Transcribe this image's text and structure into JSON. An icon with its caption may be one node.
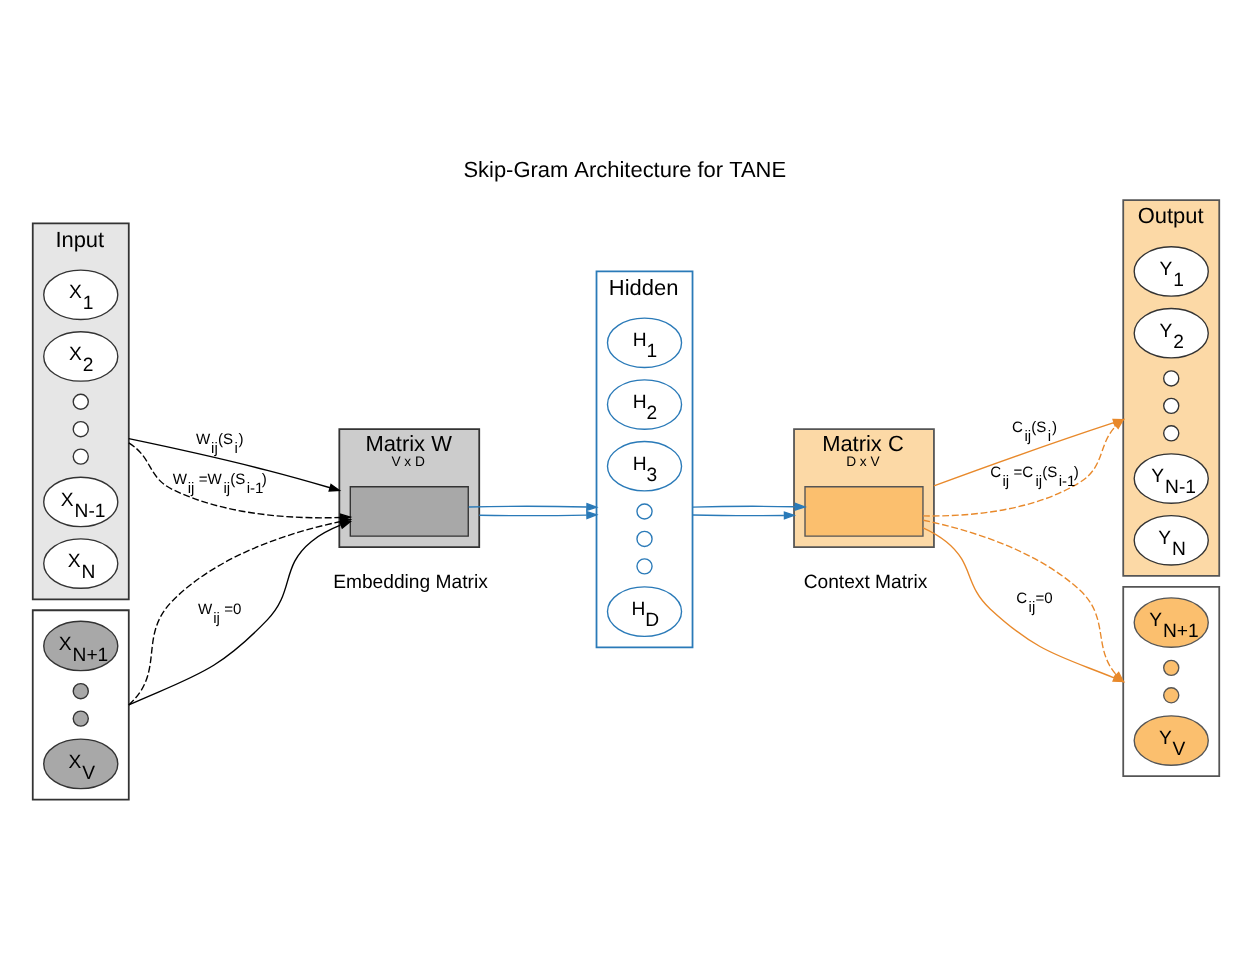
{
  "diagram": {
    "title": "Skip-Gram Architecture for TANE",
    "nodes": [
      {
        "text": [
          "Input"
        ]
      },
      {
        "text": [
          "X$_{1}$"
        ],
        "in": 0
      },
      {
        "text": [
          "X$_{2}$"
        ],
        "in": 0
      },
      {
        "text": [],
        "shape": "circle",
        "in": 0
      },
      {
        "text": [],
        "shape": "circle",
        "in": 0
      },
      {
        "text": [],
        "shape": "circle",
        "in": 0
      },
      {
        "text": [
          "X$_{N-1}$"
        ],
        "in": 0
      },
      {
        "text": [
          "X$_{N}$"
        ],
        "in": 0
      },
      {
        "text": [],
        "shape": "box"
      },
      {
        "text": [
          "X$_{N+1}$"
        ],
        "in": 8
      },
      {
        "text": [],
        "shape": "circle",
        "in": 8
      },
      {
        "text": [],
        "shape": "circle",
        "in": 8
      },
      {
        "text": [
          "X$_{V}$"
        ],
        "in": 8
      },
      {
        "text": [
          "Matrix W",
          "V x D"
        ],
        "beside": [
          "Embedding Matrix"
        ]
      },
      {
        "text": [],
        "shape": "box",
        "in": 13
      },
      {
        "text": [
          "Hidden"
        ]
      },
      {
        "text": [
          "H$_{1}$"
        ],
        "in": 15
      },
      {
        "text": [
          "H$_{2}$"
        ],
        "in": 15
      },
      {
        "text": [
          "H$_{3}$"
        ],
        "in": 15
      },
      {
        "text": [],
        "shape": "circle",
        "in": 15
      },
      {
        "text": [],
        "shape": "circle",
        "in": 15
      },
      {
        "text": [],
        "shape": "circle",
        "in": 15
      },
      {
        "text": [
          "H$_{D}$"
        ],
        "in": 15
      },
      {
        "text": [
          "Matrix C",
          "D x V"
        ],
        "beside": [
          "Context Matrix"
        ]
      },
      {
        "text": [],
        "shape": "box",
        "in": 23
      },
      {
        "text": [
          "Output"
        ]
      },
      {
        "text": [
          "Y$_{1}$"
        ],
        "in": 25
      },
      {
        "text": [
          "Y$_{2}$"
        ],
        "in": 25
      },
      {
        "text": [],
        "shape": "circle",
        "in": 25
      },
      {
        "text": [],
        "shape": "circle",
        "in": 25
      },
      {
        "text": [],
        "shape": "circle",
        "in": 25
      },
      {
        "text": [
          "Y$_{N-1}$"
        ],
        "in": 25
      },
      {
        "text": [
          "Y$_{N}$"
        ],
        "in": 25
      },
      {
        "text": [],
        "shape": "box"
      },
      {
        "text": [
          "Y$_{N+1}$"
        ],
        "in": 33
      },
      {
        "text": [],
        "shape": "circle",
        "in": 33
      },
      {
        "text": [],
        "shape": "circle",
        "in": 33
      },
      {
        "text": [
          "Y$_{V}$"
        ],
        "in": 33
      }
    ],
    "edges": [
      {
        "from": 0,
        "to": 13,
        "arrow": "to",
        "label": "W$_{ij}$(S$_{i}$)"
      },
      {
        "from": 0,
        "to": 14,
        "arrow": "to",
        "style": "dashed",
        "label": "W$_{ij}$ =W$_{ij}$(S$_{i-1}$)"
      },
      {
        "from": 8,
        "to": 14,
        "arrow": "to",
        "style": "dashed"
      },
      {
        "from": 8,
        "to": 14,
        "arrow": "to",
        "label": "W$_{ij}$ =0"
      },
      {
        "from": 13,
        "to": 15,
        "arrow": "to",
        "color": "#2a7ab8"
      },
      {
        "from": 14,
        "to": 15,
        "arrow": "to",
        "color": "#2a7ab8"
      },
      {
        "from": 15,
        "to": 23,
        "arrow": "to",
        "color": "#2a7ab8"
      },
      {
        "from": 15,
        "to": 24,
        "arrow": "to",
        "color": "#2a7ab8"
      },
      {
        "from": 23,
        "to": 25,
        "arrow": "to",
        "color": "#e8892b",
        "label": "C$_{ij}$(S$_{i}$)"
      },
      {
        "from": 24,
        "to": 25,
        "arrow": "to",
        "style": "dashed",
        "color": "#e8892b",
        "label": "C$_{ij}$ =C$_{ij}$(S$_{i-1}$)"
      },
      {
        "from": 24,
        "to": 33,
        "arrow": "to",
        "style": "dashed",
        "color": "#e8892b"
      },
      {
        "from": 24,
        "to": 33,
        "arrow": "to",
        "color": "#e8892b",
        "label": "C$_{ij}$=0"
      }
    ]
  }
}
